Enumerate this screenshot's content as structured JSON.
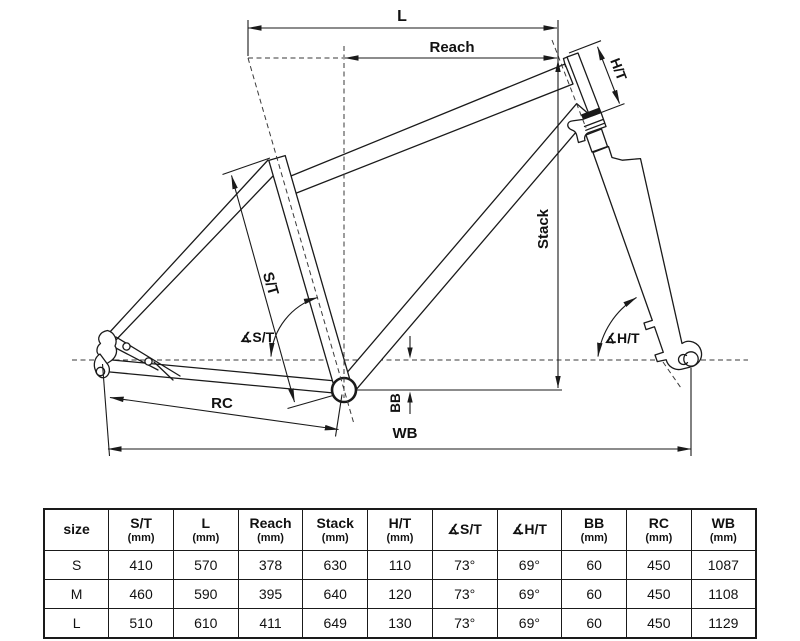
{
  "diagram": {
    "labels": {
      "l": "L",
      "reach": "Reach",
      "ht": "H/T",
      "stack": "Stack",
      "st": "S/T",
      "angle_st": "∡S/T",
      "angle_ht": "∡H/T",
      "bb": "BB",
      "rc": "RC",
      "wb": "WB"
    },
    "colors": {
      "line": "#1a1a1a",
      "dash": "#3a3a3a",
      "background": "#ffffff"
    }
  },
  "table": {
    "columns": [
      {
        "label": "size",
        "unit": ""
      },
      {
        "label": "S/T",
        "unit": "(mm)"
      },
      {
        "label": "L",
        "unit": "(mm)"
      },
      {
        "label": "Reach",
        "unit": "(mm)"
      },
      {
        "label": "Stack",
        "unit": "(mm)"
      },
      {
        "label": "H/T",
        "unit": "(mm)"
      },
      {
        "label": "∡S/T",
        "unit": ""
      },
      {
        "label": "∡H/T",
        "unit": ""
      },
      {
        "label": "BB",
        "unit": "(mm)"
      },
      {
        "label": "RC",
        "unit": "(mm)"
      },
      {
        "label": "WB",
        "unit": "(mm)"
      }
    ],
    "rows": [
      {
        "size": "S",
        "values": [
          "410",
          "570",
          "378",
          "630",
          "110",
          "73°",
          "69°",
          "60",
          "450",
          "1087"
        ]
      },
      {
        "size": "M",
        "values": [
          "460",
          "590",
          "395",
          "640",
          "120",
          "73°",
          "69°",
          "60",
          "450",
          "1108"
        ]
      },
      {
        "size": "L",
        "values": [
          "510",
          "610",
          "411",
          "649",
          "130",
          "73°",
          "69°",
          "60",
          "450",
          "1129"
        ]
      }
    ]
  }
}
